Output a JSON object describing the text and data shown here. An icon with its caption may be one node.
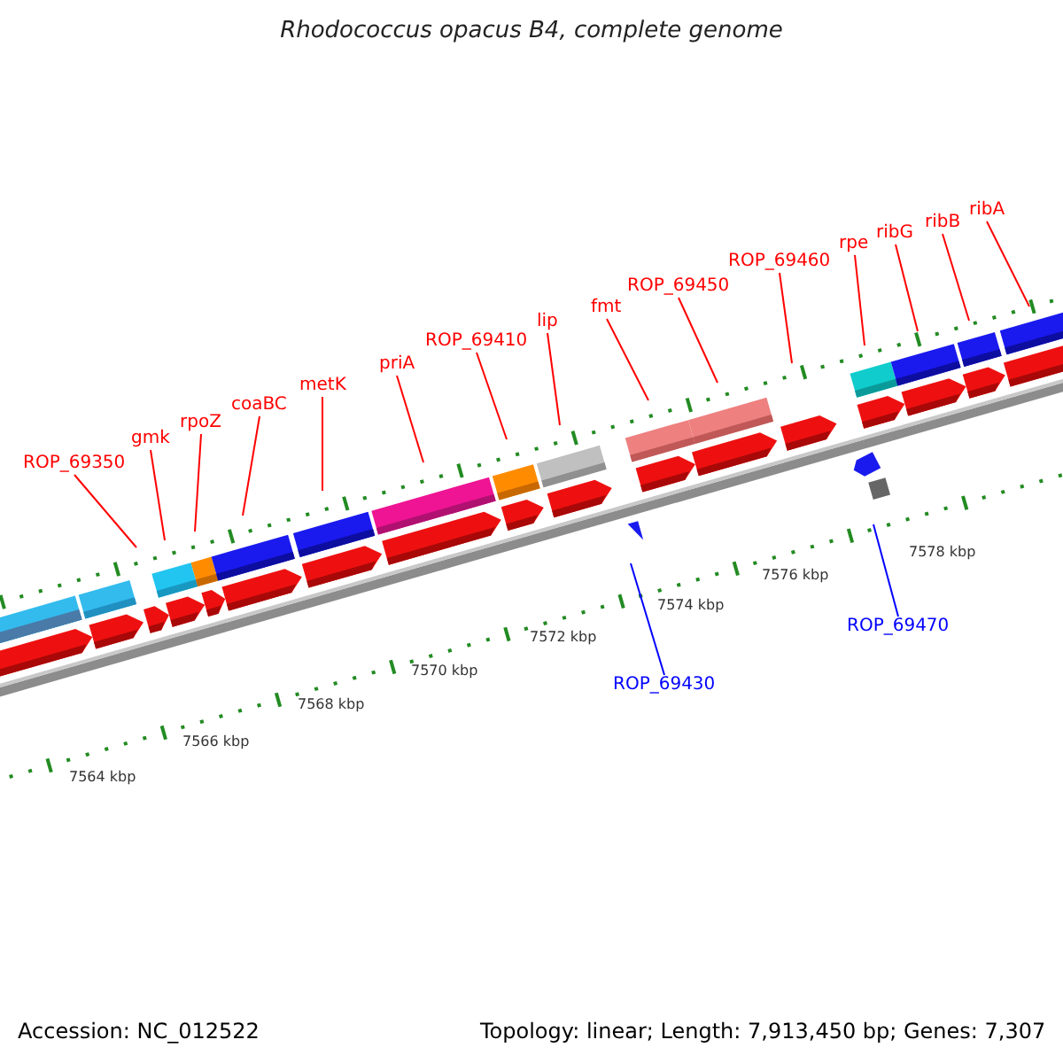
{
  "diagram": {
    "title": "Rhodococcus opacus B4, complete genome",
    "nodes": [
      {
        "text": [
          "ROP_69350"
        ]
      },
      {
        "text": [
          "gmk"
        ]
      },
      {
        "text": [
          "rpoZ"
        ]
      },
      {
        "text": [
          "coaBC"
        ]
      },
      {
        "text": [
          "metK"
        ]
      },
      {
        "text": [
          "priA"
        ]
      },
      {
        "text": [
          "ROP_69410"
        ]
      },
      {
        "text": [
          "lip"
        ]
      },
      {
        "text": [
          "fmt"
        ]
      },
      {
        "text": [
          "ROP_69450"
        ]
      },
      {
        "text": [
          "ROP_69460"
        ]
      },
      {
        "text": [
          "rpe"
        ]
      },
      {
        "text": [
          "ribG"
        ]
      },
      {
        "text": [
          "ribB"
        ]
      },
      {
        "text": [
          "ribA"
        ]
      },
      {
        "text": [
          "ROP_69430"
        ]
      },
      {
        "text": [
          "ROP_69470"
        ]
      }
    ],
    "edges": [
      {
        "from": 0,
        "to": null,
        "arrow": "none"
      },
      {
        "from": 1,
        "to": null,
        "arrow": "none"
      },
      {
        "from": 2,
        "to": null,
        "arrow": "none"
      },
      {
        "from": 3,
        "to": null,
        "arrow": "none"
      },
      {
        "from": 4,
        "to": null,
        "arrow": "none"
      },
      {
        "from": 5,
        "to": null,
        "arrow": "none"
      },
      {
        "from": 6,
        "to": null,
        "arrow": "none"
      },
      {
        "from": 7,
        "to": null,
        "arrow": "none"
      },
      {
        "from": 8,
        "to": null,
        "arrow": "none"
      },
      {
        "from": 9,
        "to": null,
        "arrow": "none"
      },
      {
        "from": 10,
        "to": null,
        "arrow": "none"
      },
      {
        "from": 11,
        "to": null,
        "arrow": "none"
      },
      {
        "from": 12,
        "to": null,
        "arrow": "none"
      },
      {
        "from": 13,
        "to": null,
        "arrow": "none"
      },
      {
        "from": 14,
        "to": null,
        "arrow": "none"
      },
      {
        "from": 15,
        "to": null,
        "arrow": "none",
        "color": "#0000ff"
      },
      {
        "from": 16,
        "to": null,
        "arrow": "none",
        "color": "#0000ff"
      }
    ],
    "labels": [
      "7578 kbp",
      "7576 kbp",
      "7574 kbp",
      "7572 kbp",
      "7570 kbp",
      "7568 kbp",
      "7566 kbp",
      "7564 kbp",
      "Accession: NC_012522",
      "Topology: linear; Length: 7,913,450 bp; Genes: 7,307"
    ]
  }
}
